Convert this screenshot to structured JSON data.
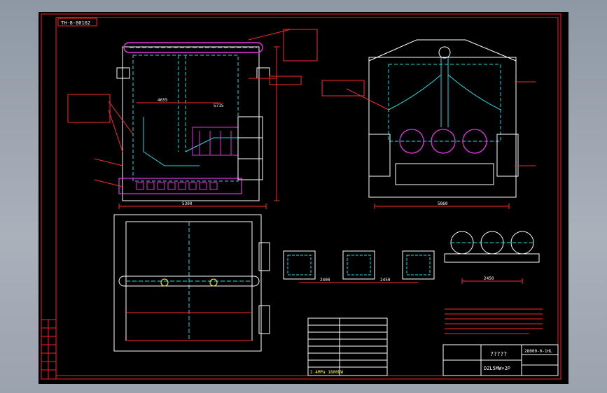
{
  "drawing": {
    "drawing_code": "TH-8-00162",
    "title_block": {
      "main_title": "?????",
      "drawing_number": "28000-0-1HL",
      "model": "DZL5MW×2P"
    },
    "spec_table_last_line": "2.4MPa 1800kW",
    "view_dimensions": {
      "front_width": "5300",
      "front_height": "5715",
      "front_inner": "4655",
      "side_width": "5860",
      "pit_span_1": "2400",
      "pit_span_2": "2450",
      "drum_spacing": "2450"
    },
    "colors": {
      "background": "#000000",
      "border": "#ff2020",
      "primary": "#ff2a2a",
      "cyan": "#19e0e6",
      "magenta": "#e632e6",
      "white": "#ffffff",
      "yellow": "#ffff30"
    }
  }
}
